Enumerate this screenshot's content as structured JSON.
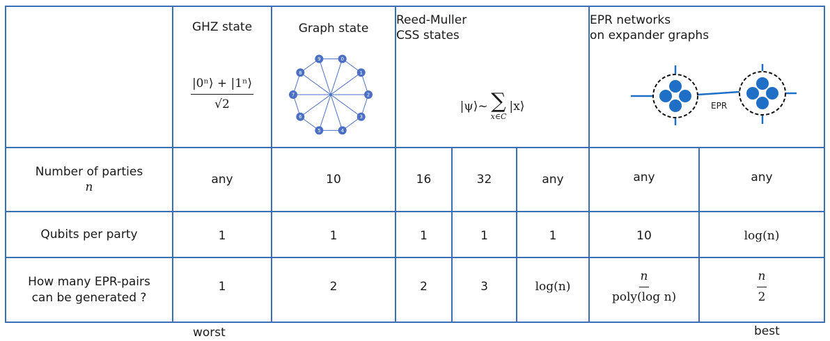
{
  "headers": {
    "ghz": "GHZ state",
    "graph": "Graph state",
    "reed_muller_line1": "Reed-Muller",
    "reed_muller_line2": "CSS states",
    "epr_line1": "EPR networks",
    "epr_line2": "on expander graphs"
  },
  "formulas": {
    "ghz_numerator": "|0ⁿ⟩ + |1ⁿ⟩",
    "ghz_denominator": "√2",
    "rm_lhs": "|ψ⟩~",
    "rm_sum": "∑",
    "rm_sub": "x∈C",
    "rm_term": "|x⟩"
  },
  "graph_nodes": [
    "0",
    "1",
    "2",
    "3",
    "4",
    "5",
    "6",
    "7",
    "8",
    "9"
  ],
  "epr_diagram_label": "EPR",
  "rows": [
    {
      "label_line1": "Number of parties",
      "label_line2": "n",
      "values": [
        "any",
        "10",
        "16",
        "32",
        "any",
        "any",
        "any"
      ]
    },
    {
      "label_line1": "Qubits per party",
      "values": [
        "1",
        "1",
        "1",
        "1",
        "1",
        "10",
        "log(n)"
      ]
    },
    {
      "label_line1": "How many EPR-pairs",
      "label_line2": "can be generated ?",
      "values": [
        "1",
        "2",
        "2",
        "3",
        "log(n)"
      ],
      "frac_epr1": {
        "num": "n",
        "den": "poly(log n)"
      },
      "frac_epr2": {
        "num": "n",
        "den": "2"
      }
    }
  ],
  "footer": {
    "worst": "worst",
    "best": "best"
  },
  "colors": {
    "grid": "#3a6fb5",
    "node": "#4a6fc4",
    "circle": "#1f6fc6"
  }
}
